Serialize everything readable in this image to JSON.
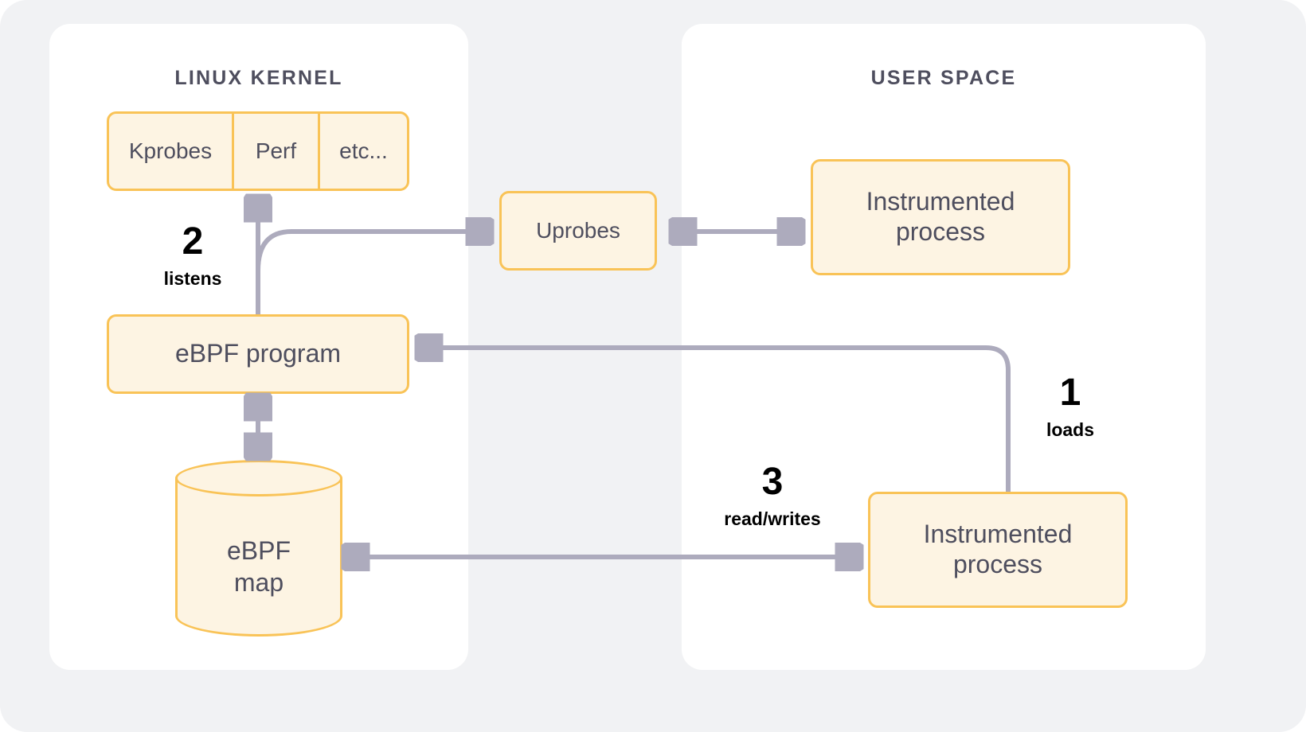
{
  "diagram": {
    "title_left": "LINUX KERNEL",
    "title_right": "USER SPACE",
    "background_color": "#f1f2f4",
    "panel_color": "#ffffff",
    "node_fill": "#fdf4e3",
    "node_border": "#f9c357",
    "arrow_color": "#adabbd",
    "text_color": "#4e4e5e"
  },
  "kernel": {
    "probes": [
      {
        "label": "Kprobes"
      },
      {
        "label": "Perf"
      },
      {
        "label": "etc..."
      }
    ],
    "ebpf_program": "eBPF program",
    "ebpf_map": "eBPF\nmap",
    "ebpf_map_line1": "eBPF",
    "ebpf_map_line2": "map"
  },
  "shared": {
    "uprobes": "Uprobes"
  },
  "userspace": {
    "process_top_line1": "Instrumented",
    "process_top_line2": "process",
    "process_bottom_line1": "Instrumented",
    "process_bottom_line2": "process"
  },
  "steps": [
    {
      "number": "1",
      "caption": "loads"
    },
    {
      "number": "2",
      "caption": "listens"
    },
    {
      "number": "3",
      "caption": "read/writes"
    }
  ]
}
